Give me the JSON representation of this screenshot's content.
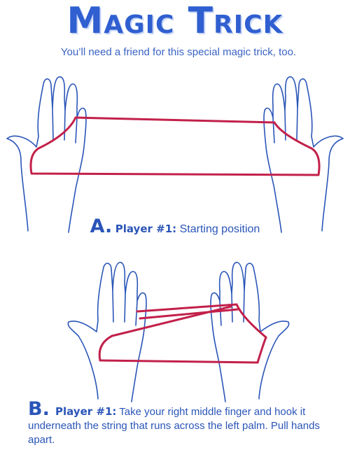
{
  "title": "Magic Trick",
  "subtitle": "You’ll need a friend for this special magic trick, too.",
  "step_a": {
    "letter": "A.",
    "player": "Player #1:",
    "text": "Starting position"
  },
  "step_b": {
    "letter": "B.",
    "player": "Player #1:",
    "text": "Take your right middle finger and hook it underneath the string that runs across the left palm. Pull hands apart."
  },
  "colors": {
    "ink": "#2a55b8",
    "string": "#c2204a"
  }
}
